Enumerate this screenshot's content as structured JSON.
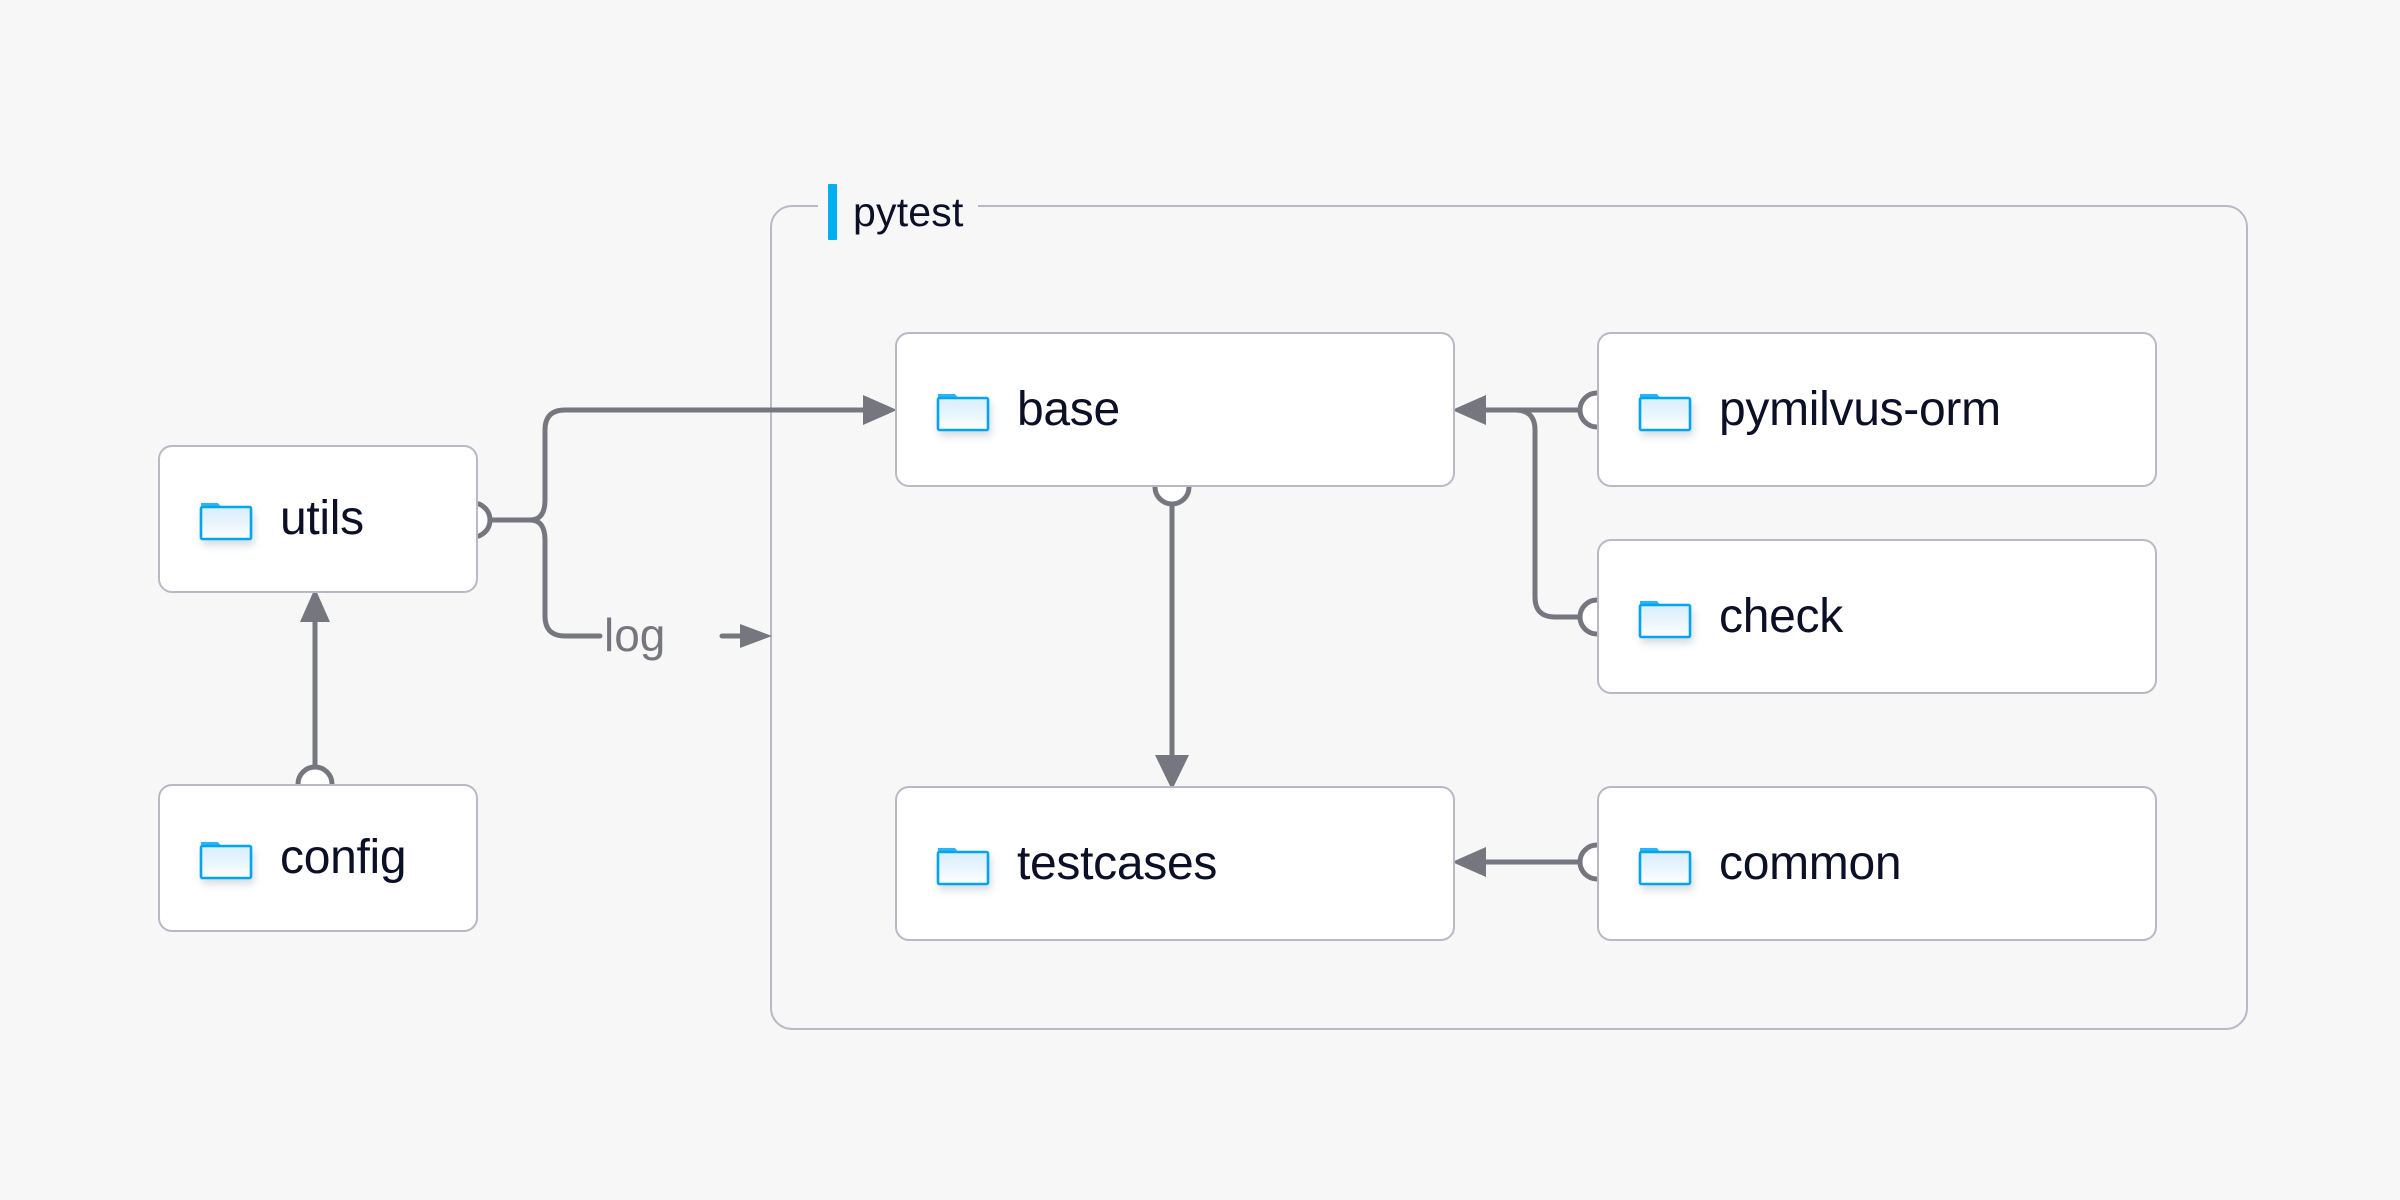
{
  "diagram": {
    "background_color": "#f7f7f8",
    "node_border_color": "#b9b8c4",
    "node_fill_color": "#ffffff",
    "edge_color": "#76767f",
    "text_color": "#0b1026",
    "accent_color": "#00b0f0",
    "folder_icon_color": "#00a5f0"
  },
  "group": {
    "label": "pytest",
    "accent_color": "#00b0f0"
  },
  "nodes": [
    {
      "id": "utils",
      "label": "utils",
      "icon": "folder-icon"
    },
    {
      "id": "config",
      "label": "config",
      "icon": "folder-icon"
    },
    {
      "id": "base",
      "label": "base",
      "icon": "folder-icon"
    },
    {
      "id": "testcases",
      "label": "testcases",
      "icon": "folder-icon"
    },
    {
      "id": "pymilvus-orm",
      "label": "pymilvus-orm",
      "icon": "folder-icon"
    },
    {
      "id": "check",
      "label": "check",
      "icon": "folder-icon"
    },
    {
      "id": "common",
      "label": "common",
      "icon": "folder-icon"
    }
  ],
  "edges": [
    {
      "id": "utils-base",
      "from": "utils",
      "to": "base",
      "label": ""
    },
    {
      "id": "utils-log",
      "from": "utils",
      "to": "pytest",
      "label": "log"
    },
    {
      "id": "config-utils",
      "from": "config",
      "to": "utils",
      "label": ""
    },
    {
      "id": "base-testcases",
      "from": "base",
      "to": "testcases",
      "label": ""
    },
    {
      "id": "pymilvusorm-base",
      "from": "pymilvus-orm",
      "to": "base",
      "label": ""
    },
    {
      "id": "check-base",
      "from": "check",
      "to": "base",
      "label": ""
    },
    {
      "id": "common-testcases",
      "from": "common",
      "to": "testcases",
      "label": ""
    }
  ],
  "edge_labels": {
    "log": "log"
  }
}
